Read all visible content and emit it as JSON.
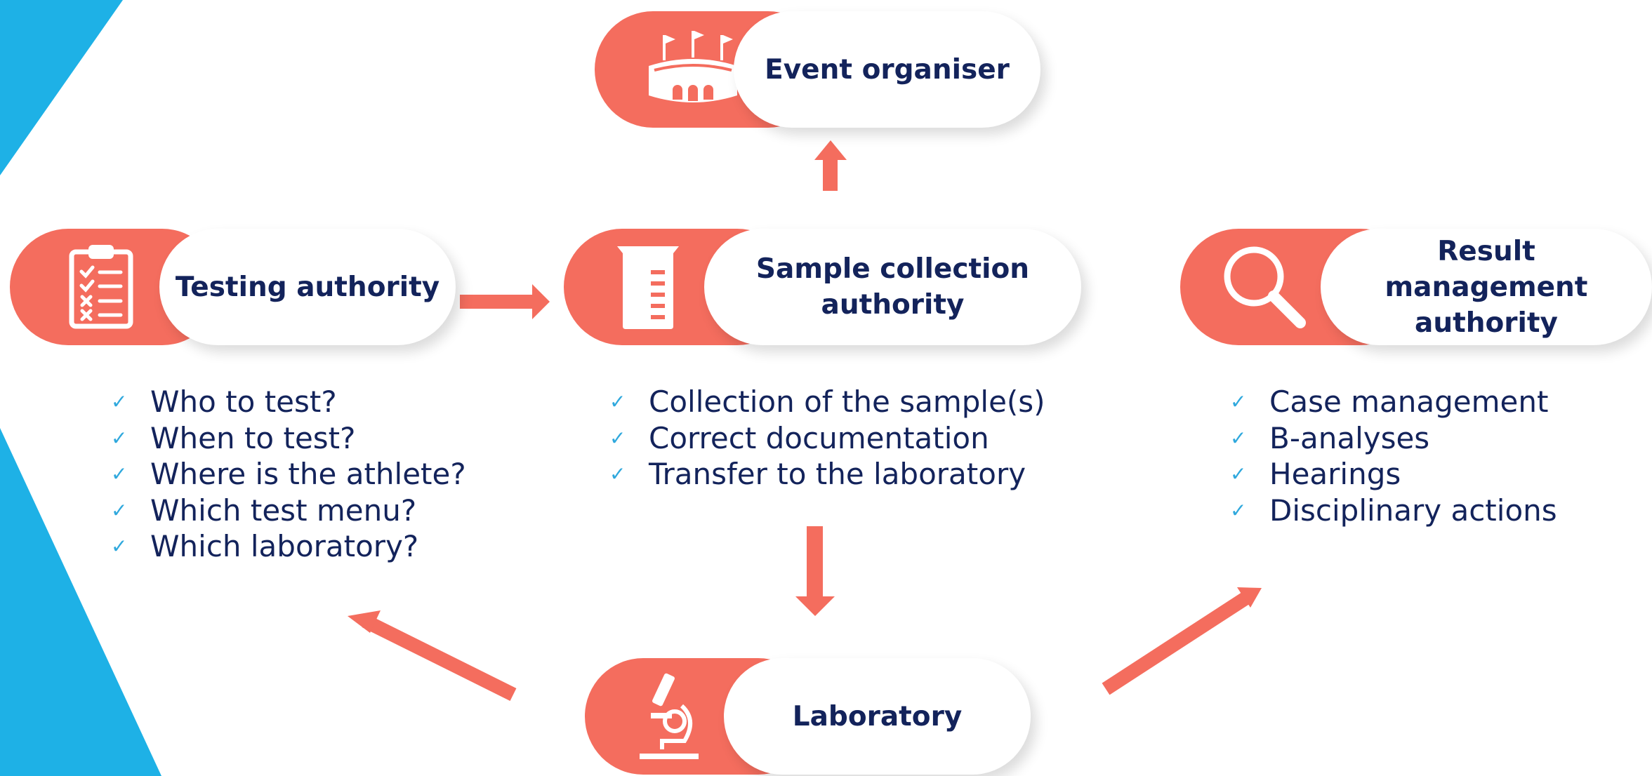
{
  "colors": {
    "accent": "#F46D5E",
    "navy": "#13235B",
    "cyan": "#1EB1E6",
    "tick": "#2FA8DD"
  },
  "nodes": {
    "event_organiser": {
      "label": "Event organiser",
      "icon": "stadium-icon"
    },
    "testing_authority": {
      "label": "Testing authority",
      "icon": "clipboard-checklist-icon"
    },
    "sample_collection": {
      "label": "Sample collection\n authority",
      "icon": "beaker-icon"
    },
    "result_management": {
      "label": "Result management\nauthority",
      "icon": "magnifier-icon"
    },
    "laboratory": {
      "label": "Laboratory",
      "icon": "microscope-icon"
    }
  },
  "lists": {
    "testing": [
      "Who to test?",
      "When to test?",
      "Where is the athlete?",
      "Which test menu?",
      "Which laboratory?"
    ],
    "sample": [
      "Collection of the sample(s)",
      "Correct documentation",
      "Transfer to the laboratory"
    ],
    "result": [
      "Case management",
      "B-analyses",
      "Hearings",
      "Disciplinary actions"
    ]
  },
  "check_glyph": "✓"
}
